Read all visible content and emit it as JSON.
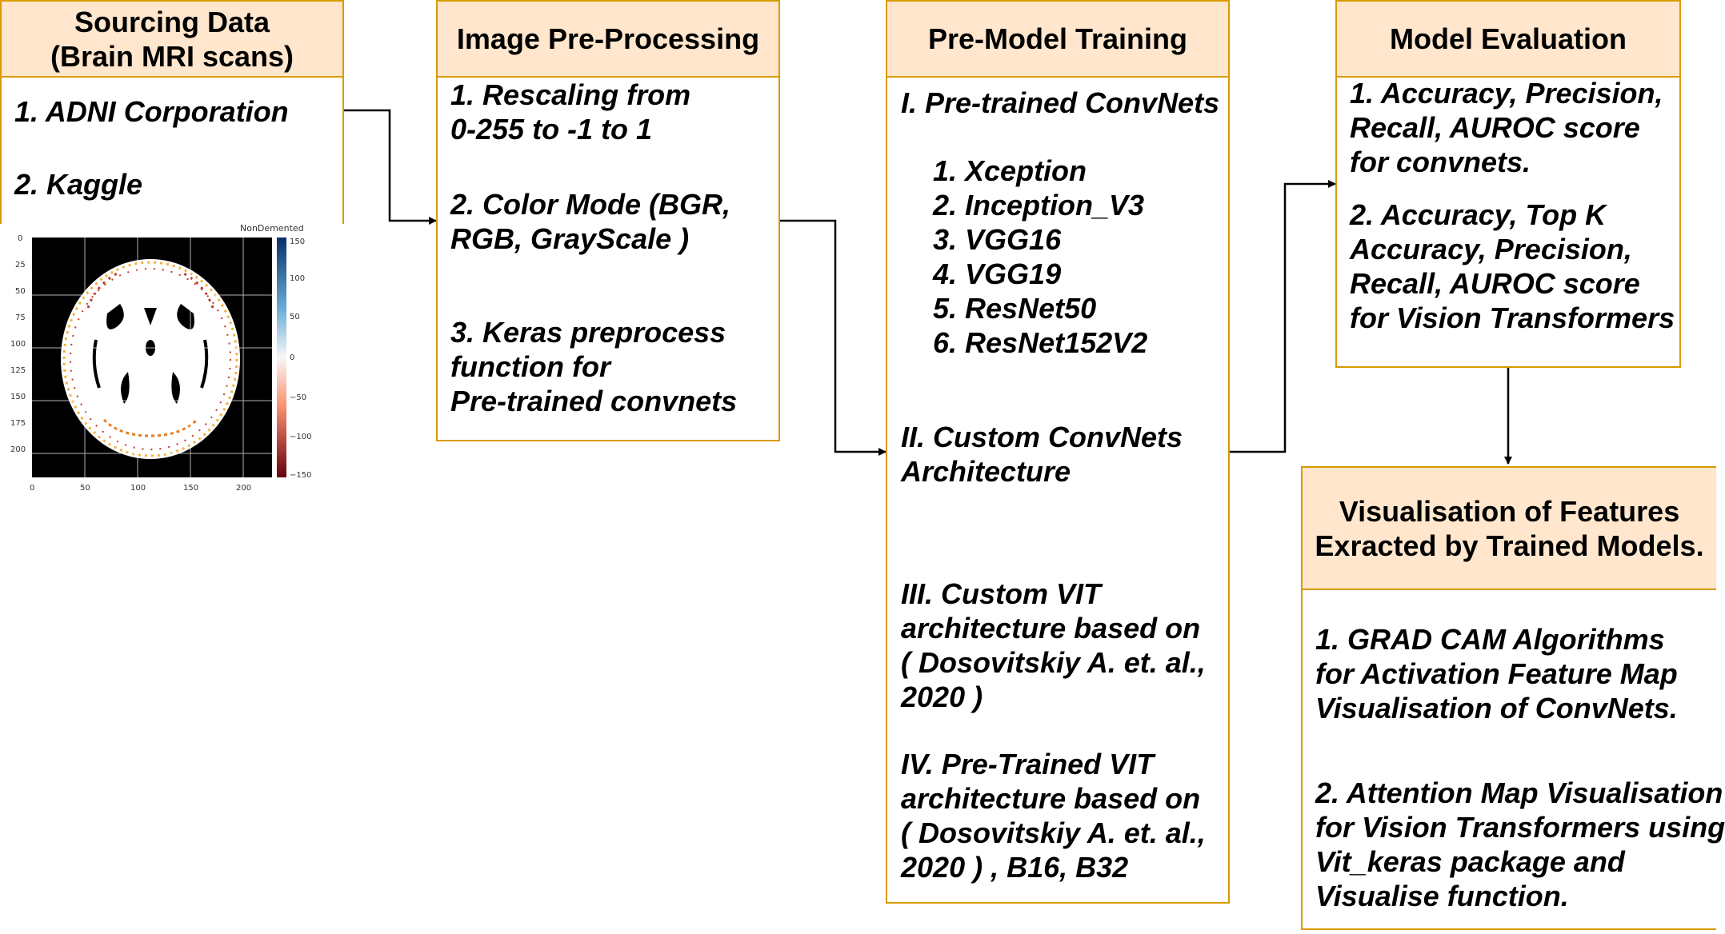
{
  "colors": {
    "box_border": "#D79B00",
    "box_header_fill": "#FFE6CC",
    "arrow": "#000000"
  },
  "sourcing": {
    "title_line1": "Sourcing Data",
    "title_line2": "(Brain MRI scans)",
    "item1": "1. ADNI Corporation",
    "item2": "2. Kaggle"
  },
  "mri_thumbnail": {
    "title": "NonDemented",
    "x_ticks": [
      "0",
      "50",
      "100",
      "150",
      "200"
    ],
    "y_ticks": [
      "0",
      "25",
      "50",
      "75",
      "100",
      "125",
      "150",
      "175",
      "200"
    ],
    "colorbar_ticks": [
      "150",
      "100",
      "50",
      "0",
      "−50",
      "−100",
      "−150"
    ]
  },
  "preprocessing": {
    "title": "Image Pre-Processing",
    "item1_line1": "1. Rescaling from",
    "item1_line2": "0-255 to -1 to 1",
    "item2_line1": "2. Color Mode (BGR,",
    "item2_line2": "RGB, GrayScale )",
    "item3_line1": "3. Keras preprocess",
    "item3_line2": "function for",
    "item3_line3": "Pre-trained convnets"
  },
  "training": {
    "title": "Pre-Model Training",
    "section1": "I. Pre-trained ConvNets",
    "models": [
      "1. Xception",
      "2. Inception_V3",
      "3. VGG16",
      "4. VGG19",
      "5. ResNet50",
      "6. ResNet152V2"
    ],
    "section2_line1": "II. Custom ConvNets",
    "section2_line2": "Architecture",
    "section3_line1": "III. Custom VIT",
    "section3_line2": "architecture based on",
    "section3_line3": "( Dosovitskiy A. et. al.,",
    "section3_line4": "2020 )",
    "section4_line1": "IV. Pre-Trained VIT",
    "section4_line2": "architecture based on",
    "section4_line3": "( Dosovitskiy A. et. al.,",
    "section4_line4": "2020 ) , B16, B32"
  },
  "evaluation": {
    "title": "Model Evaluation",
    "item1_line1": "1. Accuracy, Precision,",
    "item1_line2": "Recall, AUROC score",
    "item1_line3": "for convnets.",
    "item2_line1": "2. Accuracy, Top K",
    "item2_line2": "Accuracy, Precision,",
    "item2_line3": "Recall, AUROC score",
    "item2_line4": "for Vision Transformers"
  },
  "visualisation": {
    "title_line1": "Visualisation of Features",
    "title_line2": "Exracted by Trained Models.",
    "item1_line1": "1. GRAD CAM Algorithms",
    "item1_line2": "for Activation Feature Map",
    "item1_line3": "Visualisation of ConvNets.",
    "item2_line1": "2. Attention Map Visualisation",
    "item2_line2": "for Vision Transformers using",
    "item2_line3": "Vit_keras package and",
    "item2_line4": "Visualise function."
  }
}
